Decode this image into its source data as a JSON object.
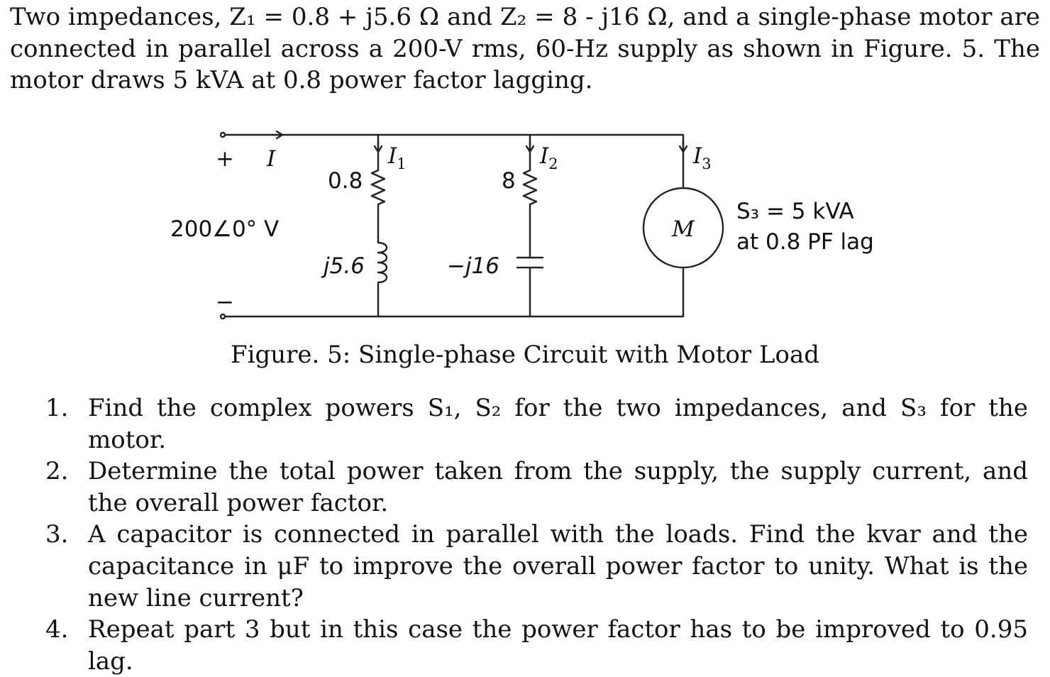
{
  "intro": "Two impedances, Z₁ = 0.8 + j5.6 Ω and Z₂ = 8 - j16 Ω, and a single-phase motor are connected in parallel across a 200-V rms, 60-Hz supply as shown in Figure. 5. The motor draws 5 kVA at 0.8 power factor lagging.",
  "figure": {
    "plus": "+",
    "minus": "−",
    "source_current": "I",
    "source_voltage": "200∠0° V",
    "r1": "0.8",
    "x1": "j5.6",
    "r2": "8",
    "x2": "−j16",
    "branch_currents": [
      "I",
      "I",
      "I"
    ],
    "branch_subscripts": [
      "1",
      "2",
      "3"
    ],
    "motor": "M",
    "s3_line1": "S₃ = 5 kVA",
    "s3_line2": "at 0.8 PF lag",
    "caption": "Figure. 5: Single-phase Circuit with Motor Load"
  },
  "questions": [
    {
      "num": "1.",
      "text": "Find the complex powers S₁, S₂ for the two impedances, and S₃ for the motor."
    },
    {
      "num": "2.",
      "text": "Determine the total power taken from the supply, the supply current, and the overall power factor."
    },
    {
      "num": "3.",
      "text": "A capacitor is connected in parallel with the loads. Find the kvar and the capacitance in μF to improve the overall power factor to unity. What is the new line current?"
    },
    {
      "num": "4.",
      "text": "Repeat part 3 but in this case the power factor has to be improved to 0.95 lag."
    }
  ]
}
